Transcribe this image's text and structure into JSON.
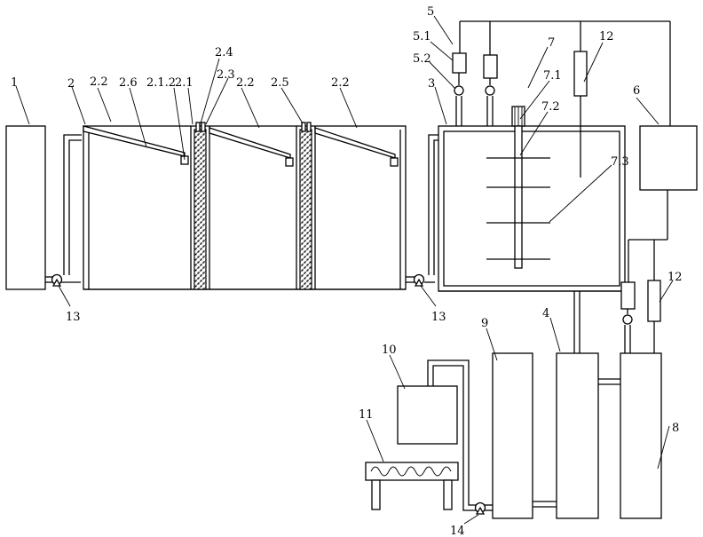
{
  "labels": {
    "l1": "1",
    "l2": "2",
    "l2_1": "2.1",
    "l2_1_2": "2.1.2",
    "l2_2a": "2.2",
    "l2_2b": "2.2",
    "l2_2c": "2.2",
    "l2_3": "2.3",
    "l2_4": "2.4",
    "l2_5": "2.5",
    "l2_6": "2.6",
    "l3": "3",
    "l4": "4",
    "l5": "5",
    "l5_1": "5.1",
    "l5_2": "5.2",
    "l6": "6",
    "l7": "7",
    "l7_1": "7.1",
    "l7_2": "7.2",
    "l7_3": "7.3",
    "l8": "8",
    "l9": "9",
    "l10": "10",
    "l11": "11",
    "l12a": "12",
    "l12b": "12",
    "l13a": "13",
    "l13b": "13",
    "l14": "14"
  }
}
